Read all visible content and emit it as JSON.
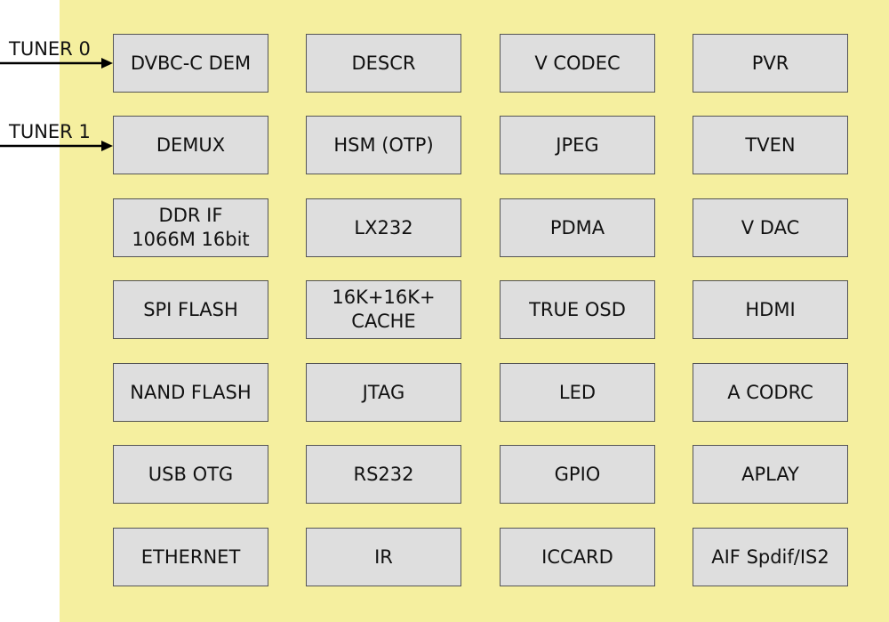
{
  "diagram": {
    "colors": {
      "chip_background": "#f5ef9f",
      "block_fill": "#dedede",
      "block_border": "#555555",
      "arrow": "#000000"
    },
    "inputs": [
      {
        "label": "TUNER 0",
        "target": "DVBC-C  DEM"
      },
      {
        "label": "TUNER 1",
        "target": "DEMUX"
      }
    ],
    "blocks": [
      [
        "DVBC-C  DEM",
        "DESCR",
        "V CODEC",
        "PVR"
      ],
      [
        "DEMUX",
        "HSM (OTP)",
        "JPEG",
        "TVEN"
      ],
      [
        "DDR IF\n1066M 16bit",
        "LX232",
        "PDMA",
        "V DAC"
      ],
      [
        "SPI FLASH",
        "16K+16K+\nCACHE",
        "TRUE OSD",
        "HDMI"
      ],
      [
        "NAND FLASH",
        "JTAG",
        "LED",
        "A CODRC"
      ],
      [
        "USB OTG",
        "RS232",
        "GPIO",
        "APLAY"
      ],
      [
        "ETHERNET",
        "IR",
        "ICCARD",
        "AIF Spdif/IS2"
      ]
    ]
  }
}
